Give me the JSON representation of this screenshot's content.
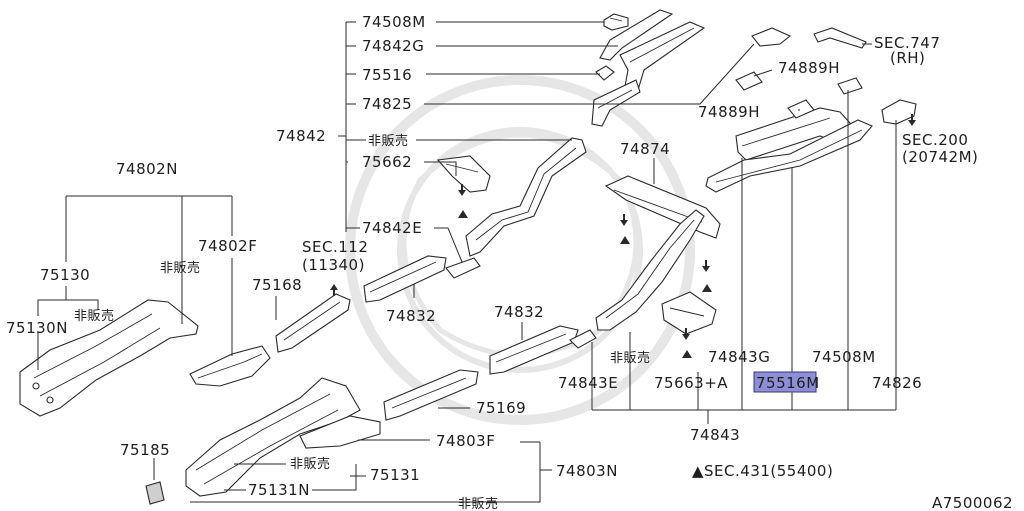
{
  "labels": {
    "p74508M_top": "74508M",
    "p74842G": "74842G",
    "p75516": "75516",
    "p74825": "74825",
    "p74842": "74842",
    "nfs_74842": "非販売",
    "p75662": "75662",
    "p74842E": "74842E",
    "p74802N": "74802N",
    "p74802F": "74802F",
    "nfs_left": "非販売",
    "p75130": "75130",
    "p75130N": "75130N",
    "nfs_75130": "非販売",
    "sec112": "SEC.112",
    "sec112_sub": "(11340)",
    "p75168": "75168",
    "p74832_a": "74832",
    "p74832_b": "74832",
    "p75169": "75169",
    "p74803F": "74803F",
    "p74803N": "74803N",
    "p75131": "75131",
    "p75131N": "75131N",
    "nfs_75131": "非販売",
    "nfs_bottom": "非販売",
    "p75185": "75185",
    "p74874": "74874",
    "sec747": "SEC.747",
    "sec747_sub": "(RH)",
    "p74889H_a": "74889H",
    "p74889H_b": "74889H",
    "sec200": "SEC.200",
    "sec200_sub": "(20742M)",
    "nfs_74843": "非販売",
    "p74843E": "74843E",
    "p75663A": "75663+A",
    "p74843G": "74843G",
    "p75516M": "75516M",
    "p74508M_right": "74508M",
    "p74826": "74826",
    "p74843": "74843",
    "sec431_note": "▲SEC.431(55400)",
    "figure_code": "A7500062"
  },
  "highlight": {
    "part": "75516M",
    "color": "#8c8fd6"
  }
}
